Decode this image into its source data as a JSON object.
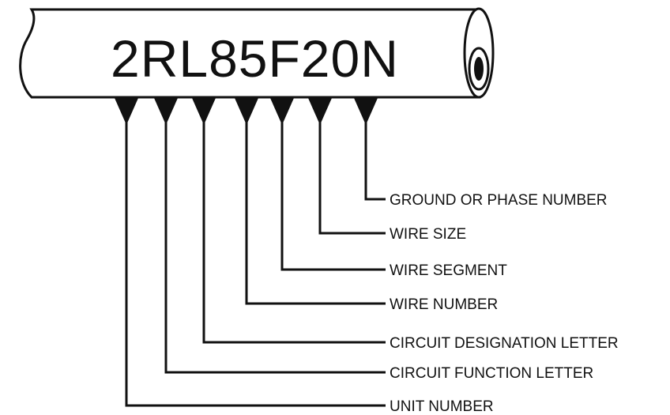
{
  "wire_marking": {
    "code": "2RL85F20N"
  },
  "callouts": [
    {
      "key": "ground-or-phase-number",
      "label": "GROUND OR PHASE NUMBER"
    },
    {
      "key": "wire-size",
      "label": "WIRE SIZE"
    },
    {
      "key": "wire-segment",
      "label": "WIRE SEGMENT"
    },
    {
      "key": "wire-number",
      "label": "WIRE NUMBER"
    },
    {
      "key": "circuit-designation-letter",
      "label": "CIRCUIT DESIGNATION LETTER"
    },
    {
      "key": "circuit-function-letter",
      "label": "CIRCUIT FUNCTION LETTER"
    },
    {
      "key": "unit-number",
      "label": "UNIT NUMBER"
    }
  ]
}
